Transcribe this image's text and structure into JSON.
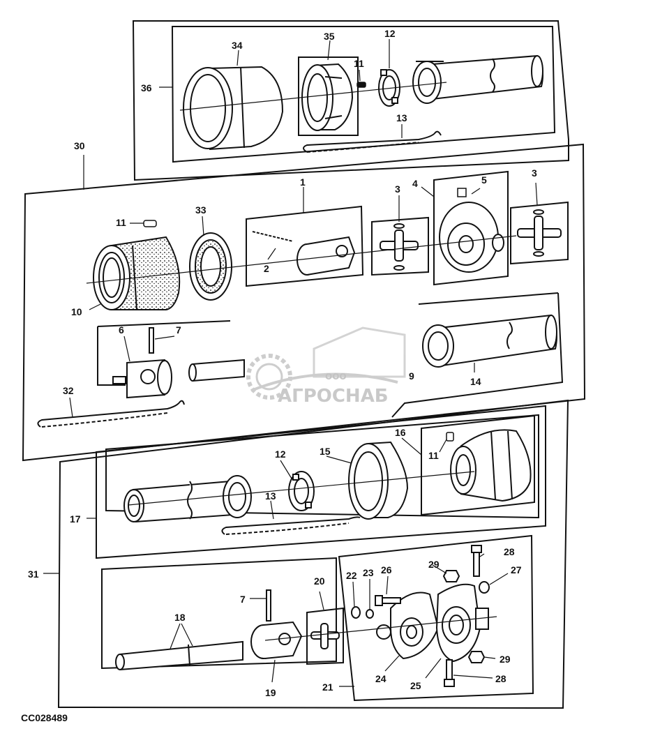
{
  "figure_code": "CC028489",
  "watermark": {
    "small_text": "ООО",
    "brand_text": "АГРОСНАБ"
  },
  "colors": {
    "ink": "#111111",
    "watermark": "#c8c8c8"
  },
  "callouts": {
    "c34": "34",
    "c35": "35",
    "c12a": "12",
    "c11a": "11",
    "c36": "36",
    "c13a": "13",
    "c30": "30",
    "c1": "1",
    "c3a": "3",
    "c4": "4",
    "c5": "5",
    "c3b": "3",
    "c11b": "11",
    "c33": "33",
    "c2": "2",
    "c10": "10",
    "c6": "6",
    "c7a": "7",
    "c32": "32",
    "c14": "14",
    "c9": "9",
    "c16": "16",
    "c12b": "12",
    "c15": "15",
    "c11c": "11",
    "c13b": "13",
    "c17": "17",
    "c31": "31",
    "c28a": "28",
    "c29a": "29",
    "c27": "27",
    "c22": "22",
    "c23": "23",
    "c26": "26",
    "c20": "20",
    "c7b": "7",
    "c18": "18",
    "c19": "19",
    "c24": "24",
    "c25": "25",
    "c21": "21",
    "c29b": "29",
    "c28b": "28"
  }
}
